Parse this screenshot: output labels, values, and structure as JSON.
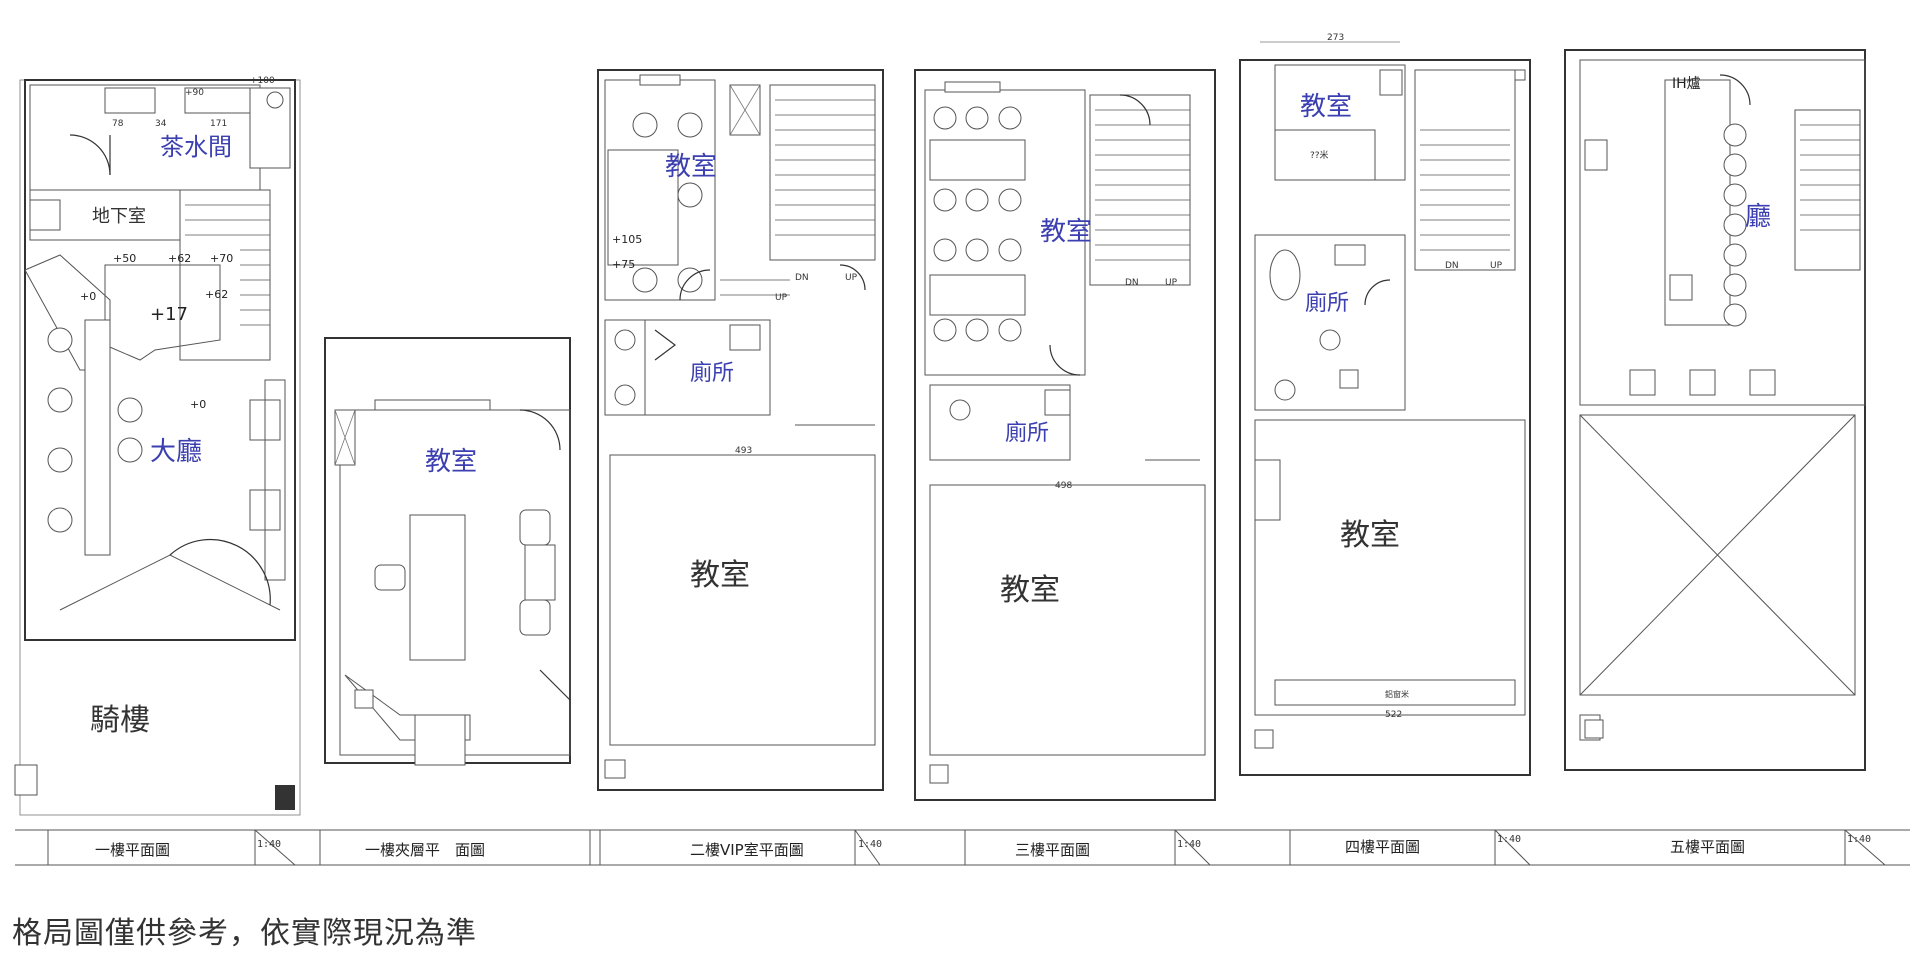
{
  "plans": [
    {
      "title": "一樓平面圖",
      "scale": "1:40",
      "dims": [
        "+100",
        "+90",
        "78",
        "34",
        "171",
        "+50",
        "+62",
        "+70",
        "+62",
        "+0",
        "+17",
        "+0"
      ],
      "rooms": [
        "茶水間",
        "地下室",
        "大廳",
        "騎樓"
      ]
    },
    {
      "title": "一樓夾層平　面圖",
      "scale": "",
      "dims": [],
      "rooms": [
        "教室"
      ]
    },
    {
      "title": "二樓VIP室平面圖",
      "scale": "1:40",
      "dims": [
        "+105",
        "+75",
        "493"
      ],
      "rooms": [
        "教室",
        "廁所",
        "教室"
      ],
      "stairs": [
        "DN",
        "UP",
        "UP"
      ]
    },
    {
      "title": "三樓平面圖",
      "scale": "1:40",
      "dims": [
        "498"
      ],
      "rooms": [
        "教室",
        "廁所",
        "教室"
      ],
      "stairs": [
        "DN",
        "UP"
      ]
    },
    {
      "title": "四樓平面圖",
      "scale": "1:40",
      "dims": [
        "273",
        "??米",
        "522",
        "鋁窗米"
      ],
      "rooms": [
        "教室",
        "廁所",
        "教室"
      ],
      "stairs": [
        "DN",
        "UP"
      ]
    },
    {
      "title": "五樓平面圖",
      "scale": "1:40",
      "dims": [],
      "rooms": [
        "IH爐",
        "廳"
      ]
    }
  ],
  "disclaimer": "格局圖僅供參考，依實際現況為準"
}
